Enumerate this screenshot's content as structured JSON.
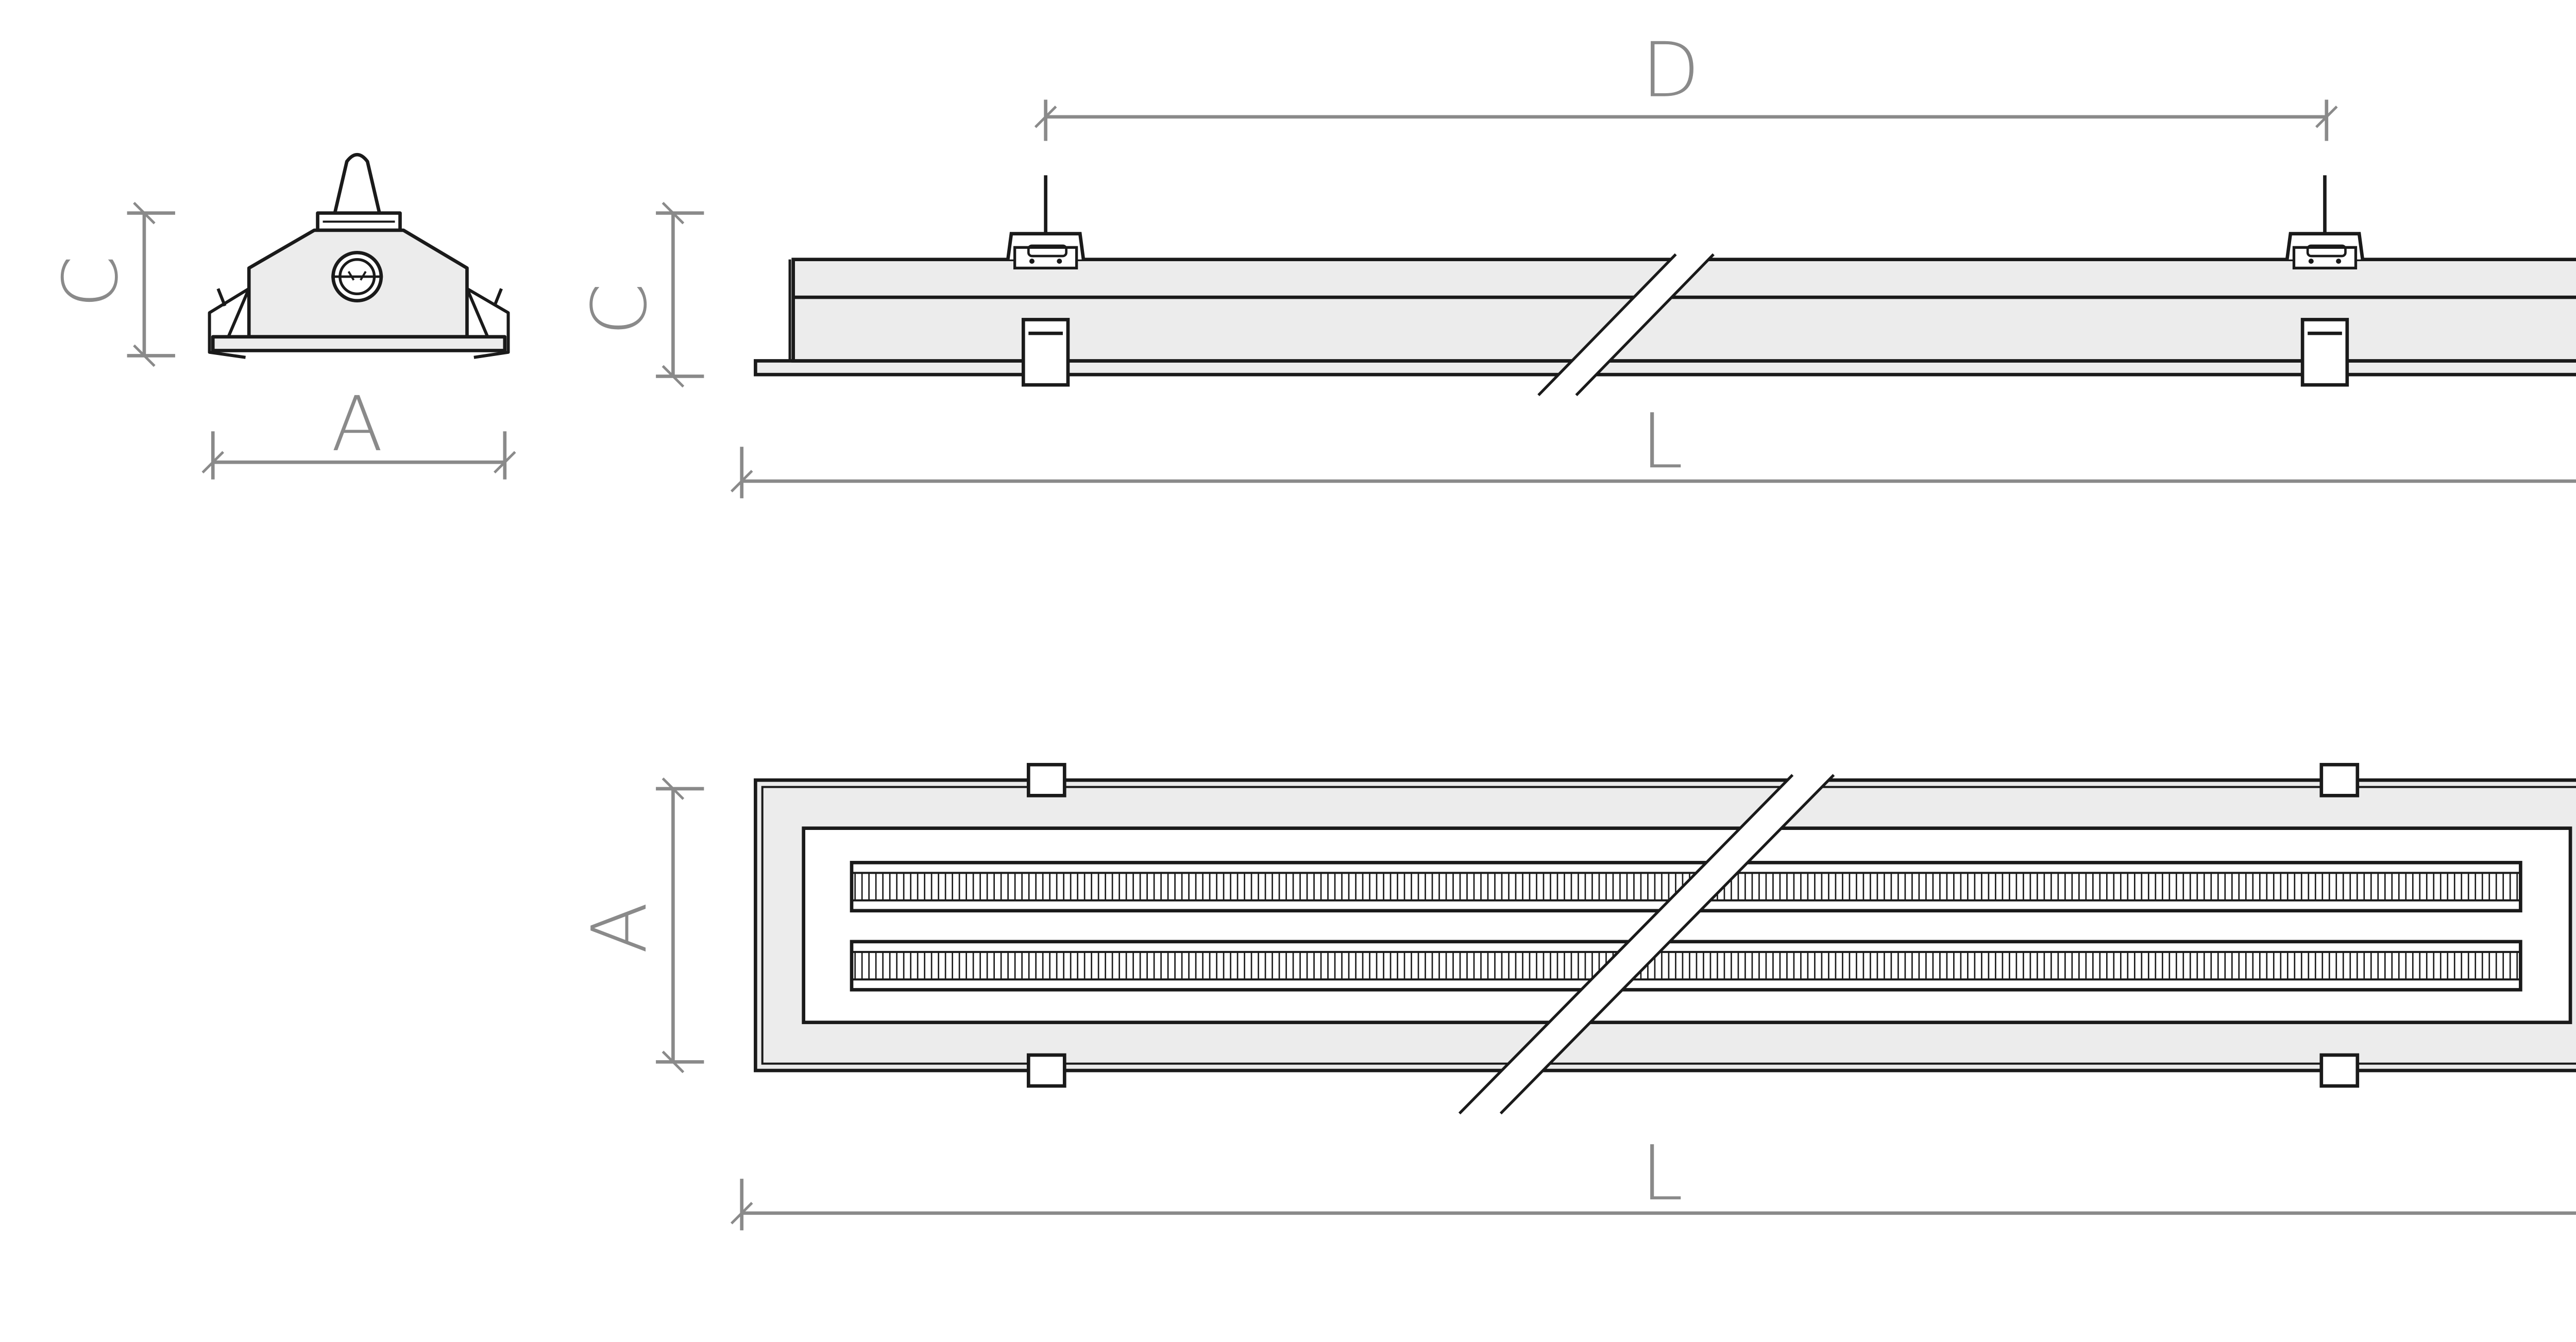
{
  "labels": {
    "end_width": "A",
    "end_height": "C",
    "side_height": "C",
    "side_length": "L",
    "suspension_distance": "D",
    "top_width": "A",
    "top_length": "L"
  },
  "colors": {
    "outline": "#1a1a1a",
    "dimension": "#8a8a8a",
    "fill": "#ececec",
    "background": "#ffffff"
  },
  "louver": {
    "rows": 2,
    "slats_per_row": 240
  }
}
